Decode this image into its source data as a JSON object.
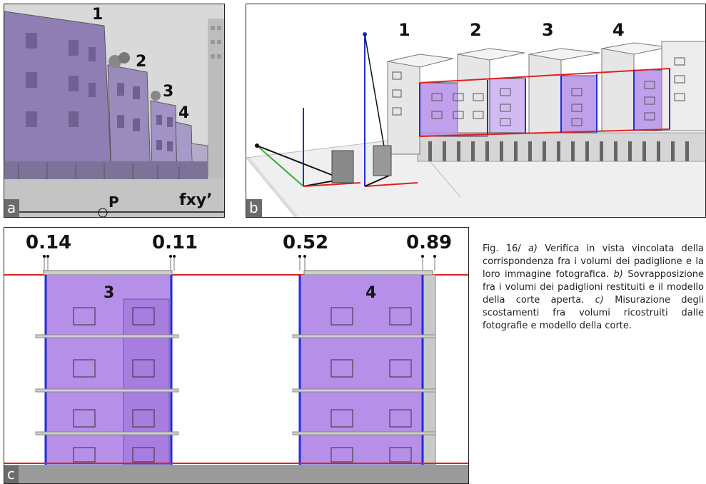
{
  "panel_a": {
    "letter": "a",
    "labels": [
      "1",
      "2",
      "3",
      "4"
    ],
    "point_label": "P",
    "line_label": "fxy’"
  },
  "panel_b": {
    "letter": "b",
    "labels": [
      "1",
      "2",
      "3",
      "4"
    ]
  },
  "panel_c": {
    "letter": "c",
    "measures": [
      "0.14",
      "0.11",
      "0.52",
      "0.89"
    ],
    "labels": [
      "3",
      "4"
    ]
  },
  "caption": {
    "lead": "Fig. 16/ ",
    "a_marker": "a)",
    "a_text": " Verifica in vista vincolata della corrispondenza fra i volumi dei padiglione e la loro immagine fotografica. ",
    "b_marker": "b)",
    "b_text": " Sovrapposizione fra i volumi dei padiglioni restituiti e il modello della corte aperta. ",
    "c_marker": "c)",
    "c_text": " Misurazione degli scostamenti fra volumi ricostruiti dalle fotografie e modello della corte."
  },
  "colors": {
    "purple_overlay": "#a97fe6",
    "red_line": "#e12020",
    "blue_line": "#1f2fd6",
    "green_line": "#2fae2f",
    "gray_ground": "#9a9a9a"
  }
}
